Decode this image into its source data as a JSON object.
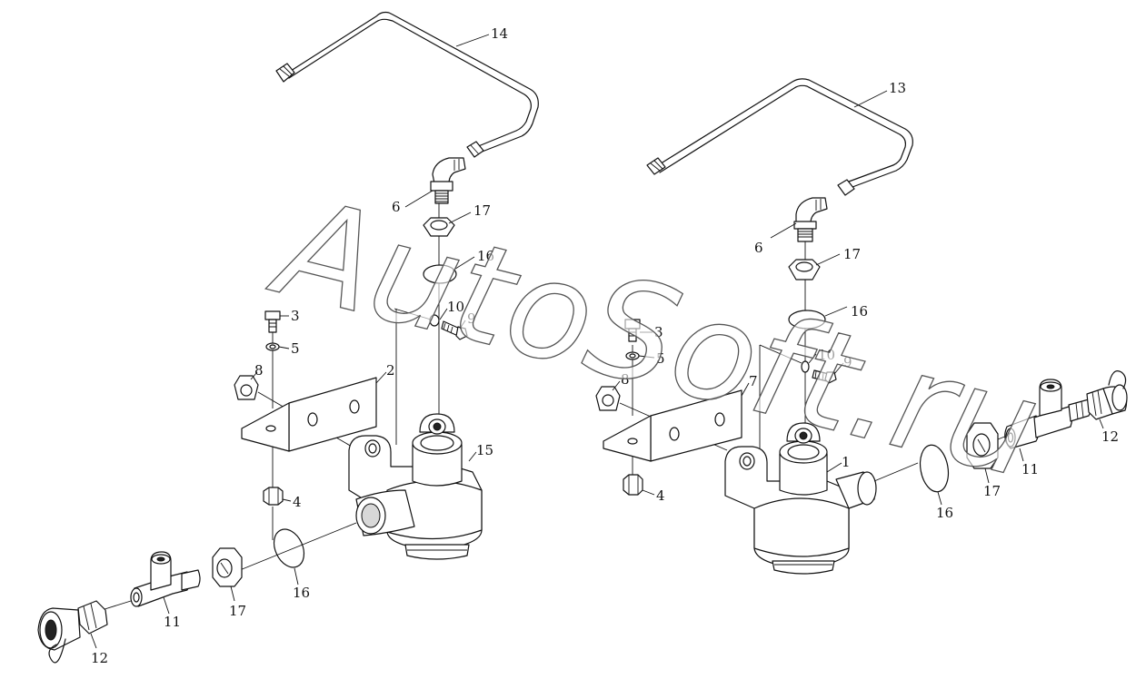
{
  "watermark": "AutoSoft.ru",
  "callouts": {
    "left": {
      "c1": "14",
      "c2": "6",
      "c3": "17",
      "c4": "16",
      "c5": "10",
      "c6": "9",
      "c7": "3",
      "c8": "5",
      "c9": "8",
      "c10": "2",
      "c11": "15",
      "c12": "4",
      "c13": "16",
      "c14": "17",
      "c15": "11",
      "c16": "12"
    },
    "right": {
      "c1": "13",
      "c2": "6",
      "c3": "17",
      "c4": "16",
      "c5": "10",
      "c6": "9",
      "c7": "3",
      "c8": "5",
      "c9": "8",
      "c10": "7",
      "c11": "1",
      "c12": "4",
      "c13": "16",
      "c14": "17",
      "c15": "11",
      "c16": "12"
    }
  }
}
